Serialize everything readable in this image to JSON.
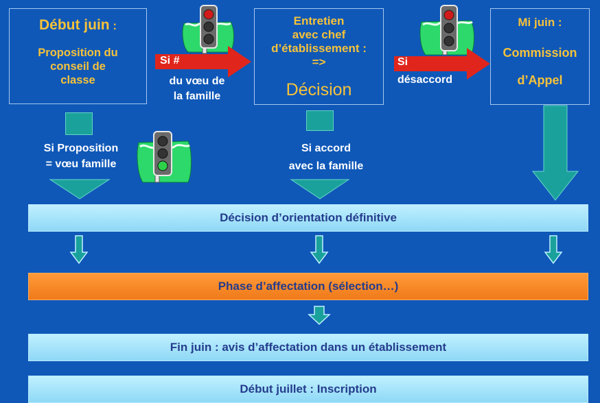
{
  "box1": {
    "title": "Début juin",
    "colon": " :",
    "body": [
      "Proposition du",
      "conseil de",
      "classe"
    ]
  },
  "arrow1": {
    "tag": "Si #",
    "caption": [
      "du vœu de",
      "la famille"
    ]
  },
  "box2": {
    "line1": "Entretien",
    "line2": "avec chef",
    "line3": "d’établissement :",
    "line4": "=>",
    "decision": "Décision"
  },
  "arrow2": {
    "tag": "Si",
    "caption": "désaccord"
  },
  "box3": {
    "line1": "Mi juin :",
    "line2": "Commission",
    "line3": "d’Appel"
  },
  "cond1": [
    "Si Proposition",
    "= vœu famille"
  ],
  "cond2": [
    "Si accord",
    "avec la famille"
  ],
  "bars": {
    "decision": "Décision d’orientation définitive",
    "phase": "Phase d’affectation (sélection…)",
    "fin": "Fin juin : avis d’affectation dans un établissement",
    "debut": "Début juillet : Inscription"
  },
  "colors": {
    "background": "#0f58b8",
    "gold": "#f6c23a",
    "teal": "#1aa19b",
    "cyan_bar": "#a6e4fa",
    "orange_bar": "#f58a2a",
    "red_arrow": "#e0261c"
  }
}
